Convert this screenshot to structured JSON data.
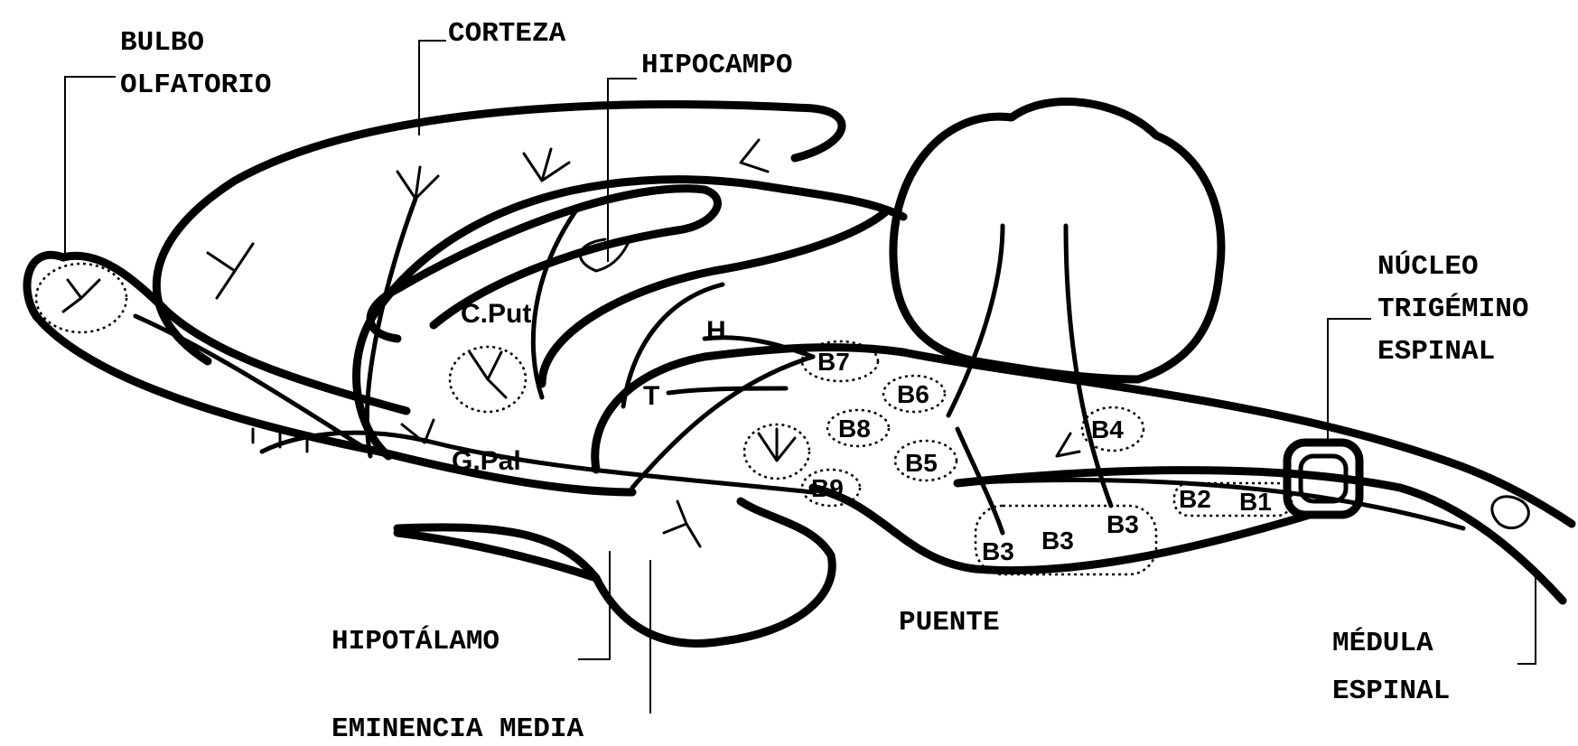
{
  "labels": {
    "bulbo_1": "BULBO",
    "bulbo_2": "OLFATORIO",
    "corteza": "CORTEZA",
    "hipocampo": "HIPOCAMPO",
    "nucleo_1": "NÚCLEO",
    "nucleo_2": "TRIGÉMINO",
    "nucleo_3": "ESPINAL",
    "hipotalamo": "HIPOTÁLAMO",
    "eminencia": "EMINENCIA MEDIA",
    "puente": "PUENTE",
    "medula_1": "MÉDULA",
    "medula_2": "ESPINAL"
  },
  "regions": {
    "cput": "C.Put",
    "gpal": "G.Pal",
    "h": "H",
    "t": "T"
  },
  "nuclei": [
    "B7",
    "B6",
    "B8",
    "B4",
    "B5",
    "B9",
    "B2",
    "B1",
    "B3",
    "B3",
    "B3"
  ],
  "colors": {
    "ink": "#000000",
    "paper": "#ffffff"
  }
}
